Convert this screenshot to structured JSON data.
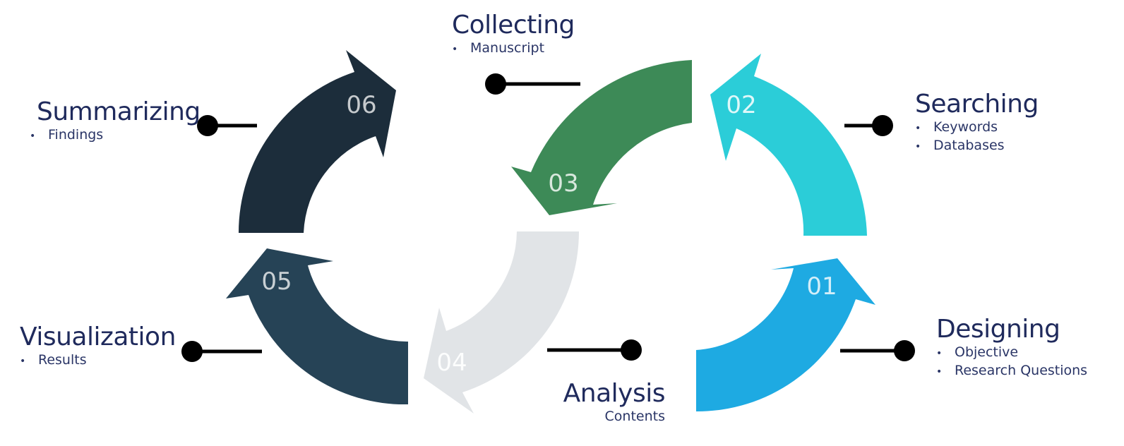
{
  "steps": [
    {
      "number": "01",
      "title": "Designing",
      "items": [
        "Objective",
        "Research Questions"
      ],
      "color": "#1eaae2"
    },
    {
      "number": "02",
      "title": "Searching",
      "items": [
        "Keywords",
        "Databases"
      ],
      "color": "#2bcdd8"
    },
    {
      "number": "03",
      "title": "Collecting",
      "items": [
        "Manuscript"
      ],
      "color": "#3d8a57"
    },
    {
      "number": "04",
      "title": "Analysis",
      "subtitle": "Contents",
      "color": "#e1e4e7"
    },
    {
      "number": "05",
      "title": "Visualization",
      "items": [
        "Results"
      ],
      "color": "#264356"
    },
    {
      "number": "06",
      "title": "Summarizing",
      "items": [
        "Findings"
      ],
      "color": "#1c2d3b"
    }
  ],
  "colors": {
    "text": "#1f2a5c",
    "connector": "#000000",
    "number_text": "#ffffff"
  }
}
